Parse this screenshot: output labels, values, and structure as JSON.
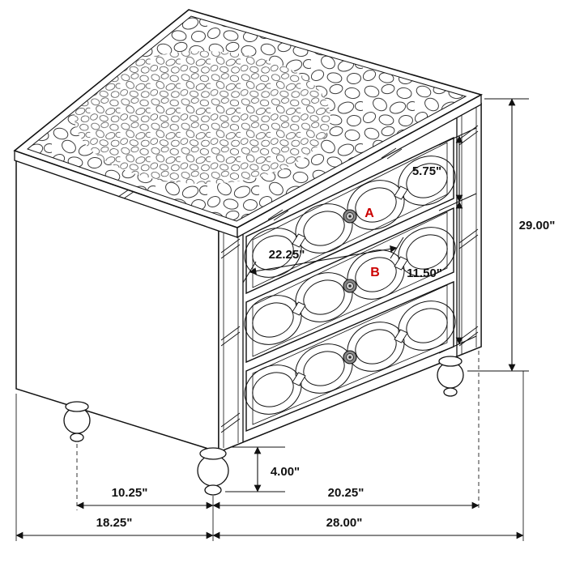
{
  "diagram": {
    "type": "furniture-dimension-drawing",
    "subject": "nightstand with three drawers, mirrored trim and bun feet",
    "accent_color": "#cc0000",
    "line_color": "#111111",
    "callouts": {
      "a": "A",
      "b": "B"
    },
    "dimensions": {
      "overall_height": "29.00\"",
      "top_drawer_height": "5.75\"",
      "lower_drawers_height": "11.50\"",
      "drawer_front_width": "22.25\"",
      "foot_height": "4.00\"",
      "foot_inset_depth": "10.25\"",
      "foot_inset_width": "20.25\"",
      "overall_depth": "18.25\"",
      "overall_width": "28.00\""
    }
  }
}
